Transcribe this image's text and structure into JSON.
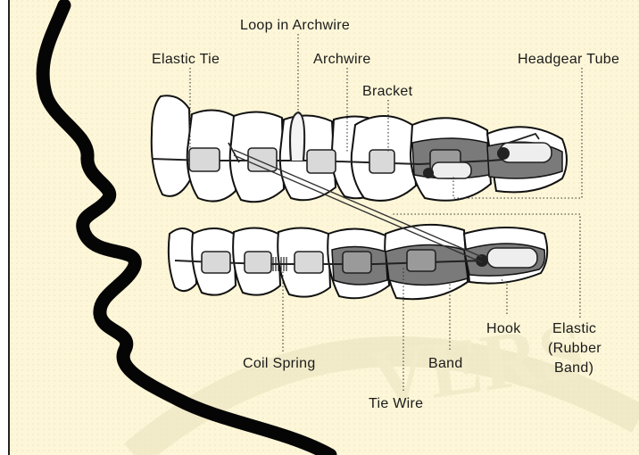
{
  "diagram": {
    "labels": {
      "loop_in_archwire": "Loop in Archwire",
      "elastic_tie": "Elastic Tie",
      "archwire": "Archwire",
      "headgear_tube": "Headgear Tube",
      "bracket": "Bracket",
      "coil_spring": "Coil Spring",
      "band": "Band",
      "hook": "Hook",
      "elastic_line1": "Elastic",
      "elastic_line2": "(Rubber",
      "elastic_line3": "Band)",
      "tie_wire": "Tie Wire"
    },
    "colors": {
      "background": "#fdf6d8",
      "outline": "#111111",
      "band_fill": "#7a7a7a",
      "watermark": "#e9e1bd"
    }
  }
}
